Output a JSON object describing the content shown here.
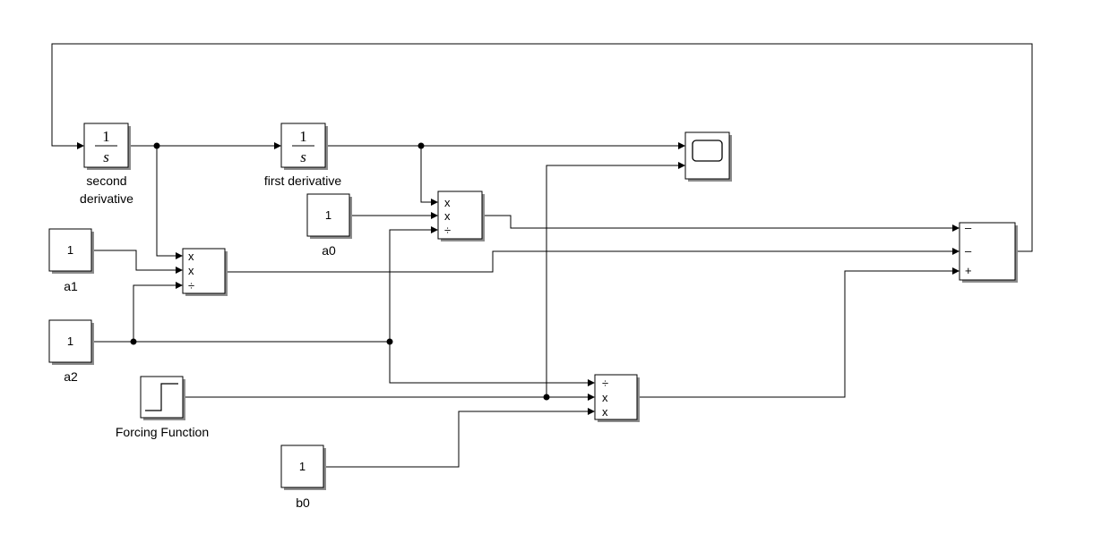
{
  "blocks": {
    "int_second": {
      "numerator": "1",
      "denominator": "s",
      "label_line1": "second",
      "label_line2": "derivative"
    },
    "int_first": {
      "numerator": "1",
      "denominator": "s",
      "label": "first derivative"
    },
    "const_a0": {
      "value": "1",
      "label": "a0"
    },
    "const_a1": {
      "value": "1",
      "label": "a1"
    },
    "const_a2": {
      "value": "1",
      "label": "a2"
    },
    "const_b0": {
      "value": "1",
      "label": "b0"
    },
    "step": {
      "label": "Forcing Function"
    },
    "product_a1": {
      "ports": [
        "x",
        "x",
        "÷"
      ]
    },
    "product_a0": {
      "ports": [
        "x",
        "x",
        "÷"
      ]
    },
    "product_b0": {
      "ports": [
        "÷",
        "x",
        "x"
      ]
    },
    "sum": {
      "ports": [
        "–",
        "–",
        "+"
      ]
    },
    "scope": {
      "icon": "scope-icon"
    }
  }
}
